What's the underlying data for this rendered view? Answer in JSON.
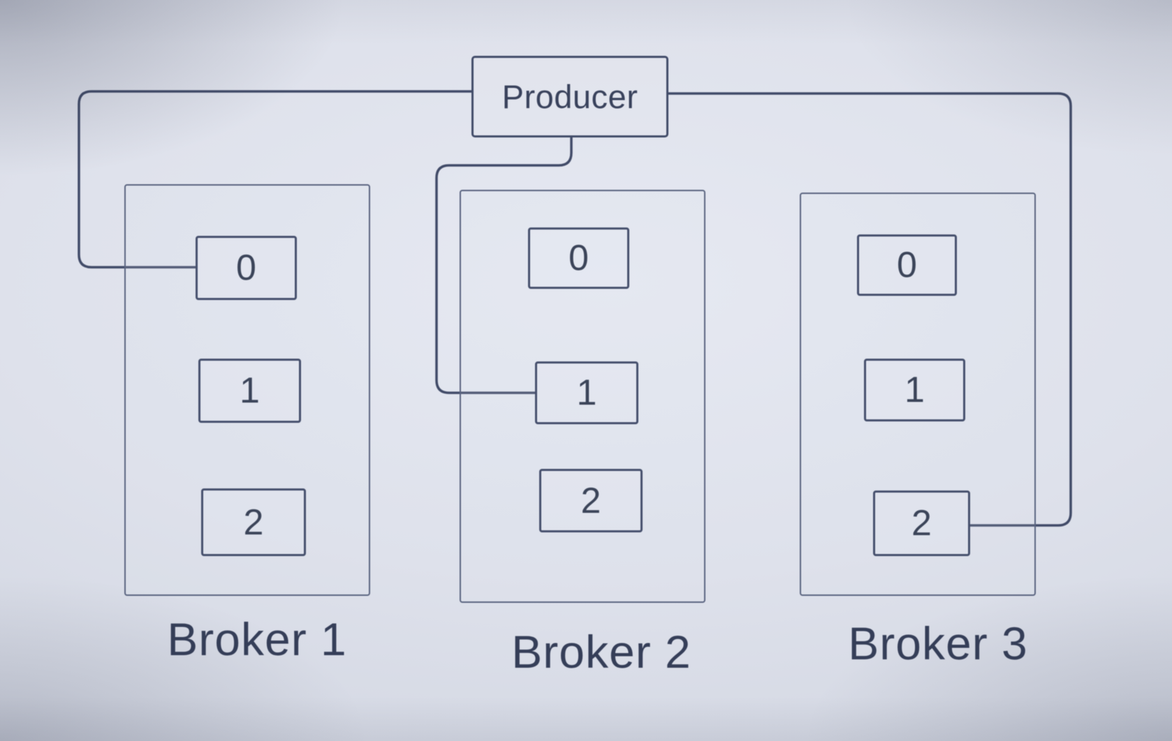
{
  "diagram": {
    "title_hint": "Producer publishing to topic partitions across three brokers",
    "producer": {
      "label": "Producer"
    },
    "brokers": [
      {
        "label": "Broker 1",
        "partitions": [
          "0",
          "1",
          "2"
        ]
      },
      {
        "label": "Broker 2",
        "partitions": [
          "0",
          "1",
          "2"
        ]
      },
      {
        "label": "Broker 3",
        "partitions": [
          "0",
          "1",
          "2"
        ]
      }
    ],
    "connections": [
      {
        "from": "Producer",
        "to": "Broker 1 partition 0"
      },
      {
        "from": "Producer",
        "to": "Broker 2 partition 1"
      },
      {
        "from": "Producer",
        "to": "Broker 3 partition 2"
      }
    ],
    "colors": {
      "background": "#dde1eb",
      "line": "#414b68",
      "broker_border": "#59637f",
      "text": "#39425c"
    }
  }
}
